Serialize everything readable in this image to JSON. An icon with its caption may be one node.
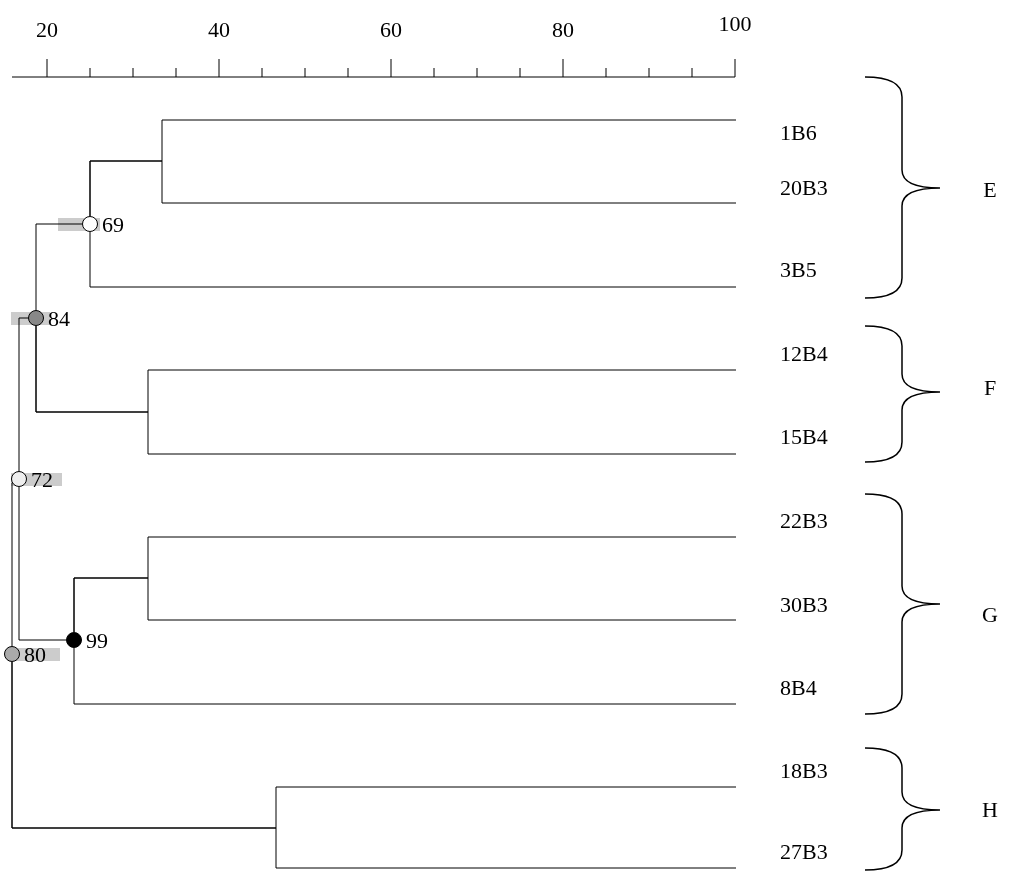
{
  "diagram": {
    "nodes": [
      {
        "text": [
          "1B6"
        ]
      },
      {
        "text": [
          "20B3"
        ]
      },
      {
        "text": [
          "3B5"
        ]
      },
      {
        "text": [
          "12B4"
        ]
      },
      {
        "text": [
          "15B4"
        ]
      },
      {
        "text": [
          "22B3"
        ]
      },
      {
        "text": [
          "30B3"
        ]
      },
      {
        "text": [
          "8B4"
        ]
      },
      {
        "text": [
          "18B3"
        ]
      },
      {
        "text": [
          "27B3"
        ]
      },
      {
        "text": [],
        "shape": "circle",
        "beside": [
          "69"
        ]
      },
      {
        "text": [],
        "shape": "circle",
        "beside": [
          "84"
        ]
      },
      {
        "text": [],
        "shape": "circle",
        "beside": [
          "72"
        ]
      },
      {
        "text": [],
        "shape": "circle",
        "beside": [
          "99"
        ]
      },
      {
        "text": [],
        "shape": "circle",
        "beside": [
          "80"
        ]
      }
    ],
    "edges": [
      {
        "from": 10,
        "to": 0,
        "arrow": "none"
      },
      {
        "from": 10,
        "to": 1,
        "arrow": "none"
      },
      {
        "from": 10,
        "to": 2,
        "arrow": "none"
      },
      {
        "from": 11,
        "to": 10,
        "arrow": "none"
      },
      {
        "from": 11,
        "to": 3,
        "arrow": "none"
      },
      {
        "from": 11,
        "to": 4,
        "arrow": "none"
      },
      {
        "from": 12,
        "to": 11,
        "arrow": "none"
      },
      {
        "from": 12,
        "to": 13,
        "arrow": "none"
      },
      {
        "from": 13,
        "to": 5,
        "arrow": "none"
      },
      {
        "from": 13,
        "to": 6,
        "arrow": "none"
      },
      {
        "from": 13,
        "to": 7,
        "arrow": "none"
      },
      {
        "from": 14,
        "to": 12,
        "arrow": "none"
      },
      {
        "from": 14,
        "to": 8,
        "arrow": "none"
      },
      {
        "from": 14,
        "to": 9,
        "arrow": "none"
      }
    ],
    "labels": [
      "20",
      "40",
      "60",
      "80",
      "100",
      "E",
      "F",
      "G",
      "H"
    ]
  }
}
